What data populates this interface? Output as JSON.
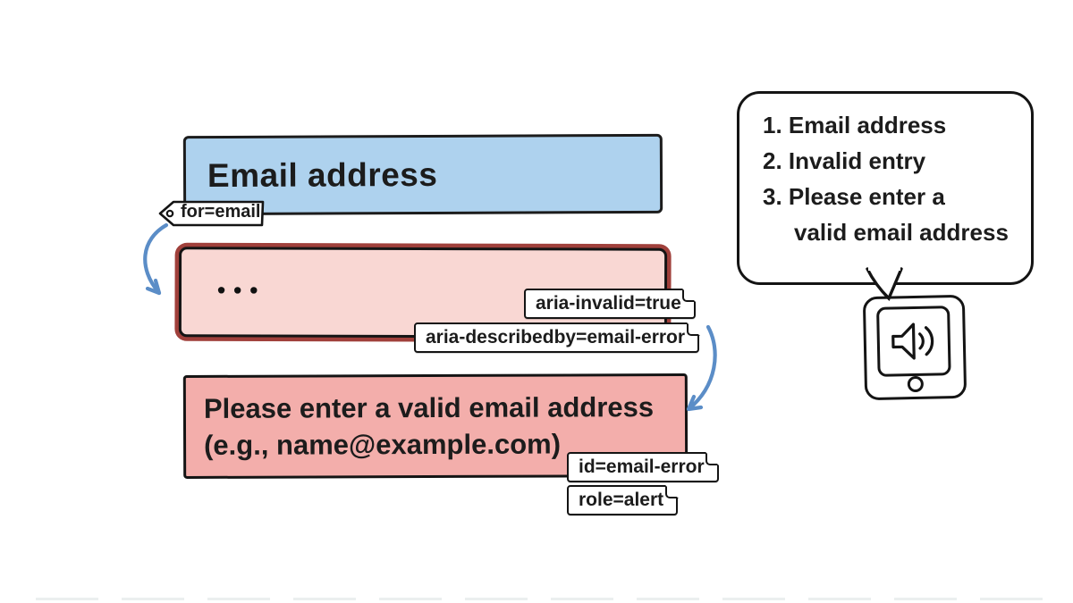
{
  "diagram": {
    "label_box": {
      "text": "Email address"
    },
    "label_tag": {
      "text": "for=email"
    },
    "input_box": {
      "value_dots": "•••"
    },
    "input_tags": {
      "aria_invalid": "aria-invalid=true",
      "aria_describedby": "aria-describedby=email-error"
    },
    "error_box": {
      "line1": "Please enter a valid email address",
      "line2": "(e.g., name@example.com)"
    },
    "error_tags": {
      "id": "id=email-error",
      "role": "role=alert"
    },
    "announcement_bubble": {
      "lines": [
        "1. Email address",
        "2. Invalid entry",
        "3. Please enter a",
        "valid email address"
      ]
    },
    "icons": {
      "tag_hole": "tag-hole-icon",
      "folded_corner": "folded-corner-icon",
      "arrow_label_to_input": "curved-arrow-icon",
      "arrow_describedby_to_error": "curved-arrow-icon",
      "speaker": "speaker-icon",
      "device": "screen-reader-device",
      "home_button": "home-button-icon"
    },
    "colors": {
      "label_fill": "#aed2ee",
      "input_fill": "#f9d7d3",
      "input_outer_border": "#a0403b",
      "error_fill": "#f3aeab",
      "outline": "#141414",
      "arrow": "#5b8dc7"
    }
  }
}
